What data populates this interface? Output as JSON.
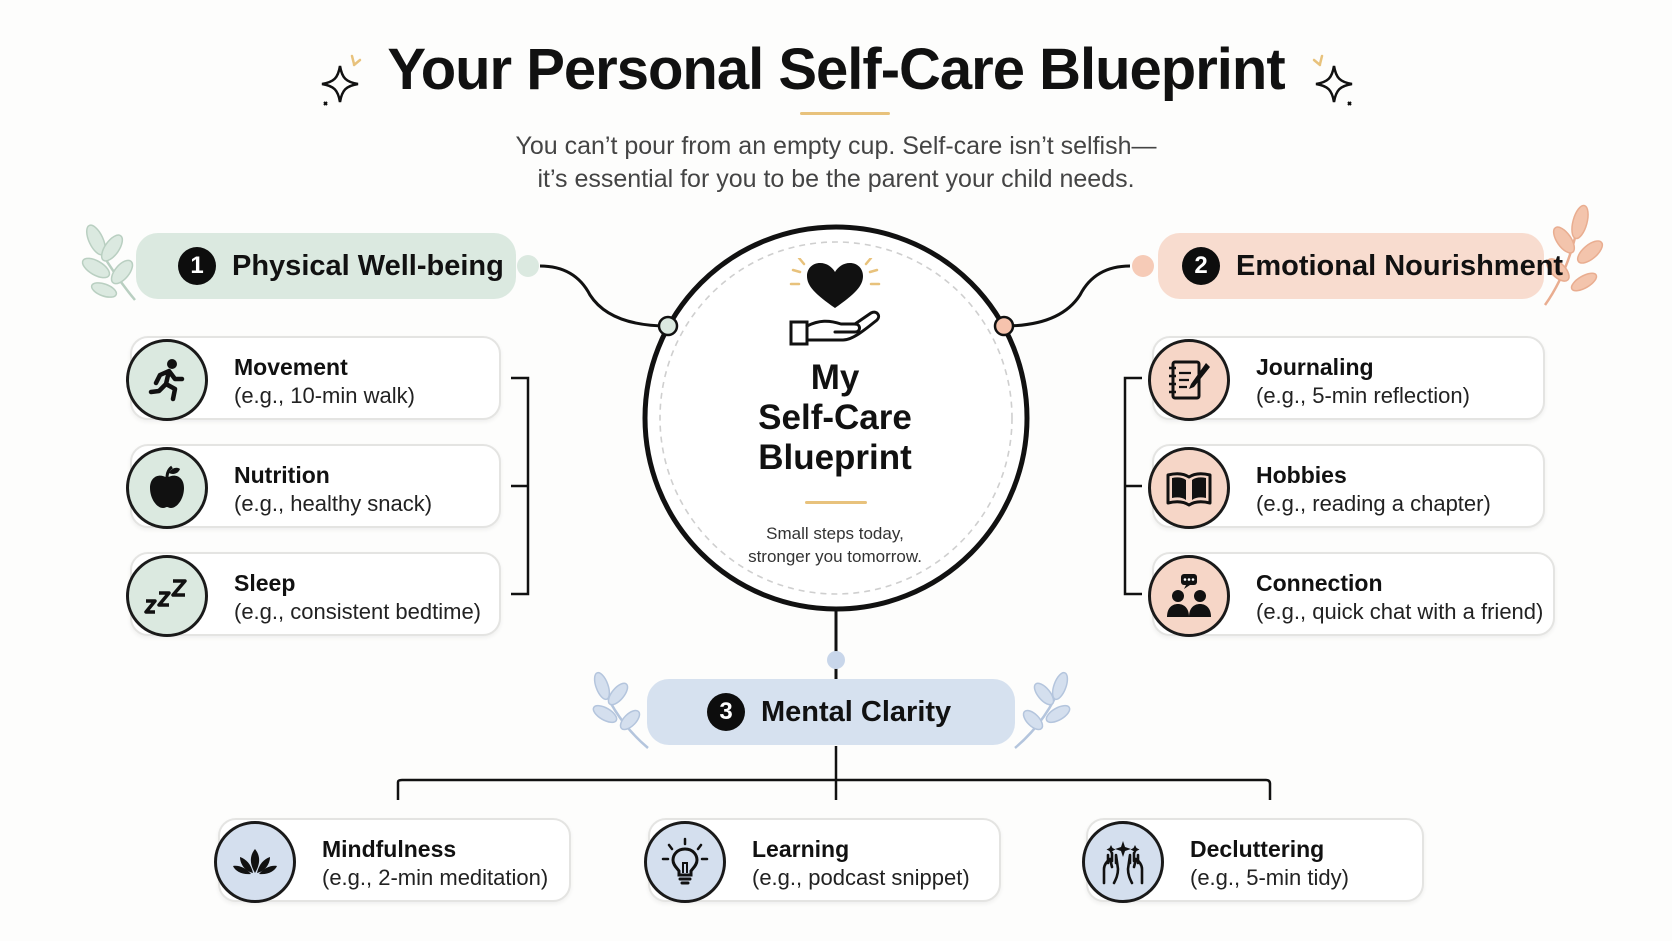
{
  "title": "Your Personal Self-Care Blueprint",
  "subtitle": [
    "You can’t pour from an empty cup. Self-care isn’t selfish—",
    "it’s essential for you to be the parent your child needs."
  ],
  "center": {
    "title_lines": [
      "My",
      "Self-Care",
      "Blueprint"
    ],
    "caption_lines": [
      "Small steps today,",
      "stronger you tomorrow."
    ],
    "icon": "heart-in-hand-icon"
  },
  "colors": {
    "green": "#dbe9e0",
    "peach": "#f8dccf",
    "blue": "#d6e1ef",
    "gold": "#e8c27c",
    "ink": "#111111"
  },
  "categories": [
    {
      "number": "1",
      "title": "Physical Well-being",
      "items": [
        {
          "label": "Movement",
          "example": "(e.g., 10-min walk)",
          "icon": "running-person-icon"
        },
        {
          "label": "Nutrition",
          "example": "(e.g., healthy snack)",
          "icon": "apple-icon"
        },
        {
          "label": "Sleep",
          "example": "(e.g., consistent bedtime)",
          "icon": "zzz-sleep-icon"
        }
      ]
    },
    {
      "number": "2",
      "title": "Emotional Nourishment",
      "items": [
        {
          "label": "Journaling",
          "example": "(e.g., 5-min reflection)",
          "icon": "journal-pen-icon"
        },
        {
          "label": "Hobbies",
          "example": "(e.g., reading a chapter)",
          "icon": "open-book-icon"
        },
        {
          "label": "Connection",
          "example": "(e.g., quick chat with a friend)",
          "icon": "people-chat-icon"
        }
      ]
    },
    {
      "number": "3",
      "title": "Mental Clarity",
      "items": [
        {
          "label": "Mindfulness",
          "example": "(e.g., 2-min meditation)",
          "icon": "lotus-icon"
        },
        {
          "label": "Learning",
          "example": "(e.g., podcast snippet)",
          "icon": "lightbulb-icon"
        },
        {
          "label": "Decluttering",
          "example": "(e.g., 5-min tidy)",
          "icon": "sparkle-hands-icon"
        }
      ]
    }
  ]
}
